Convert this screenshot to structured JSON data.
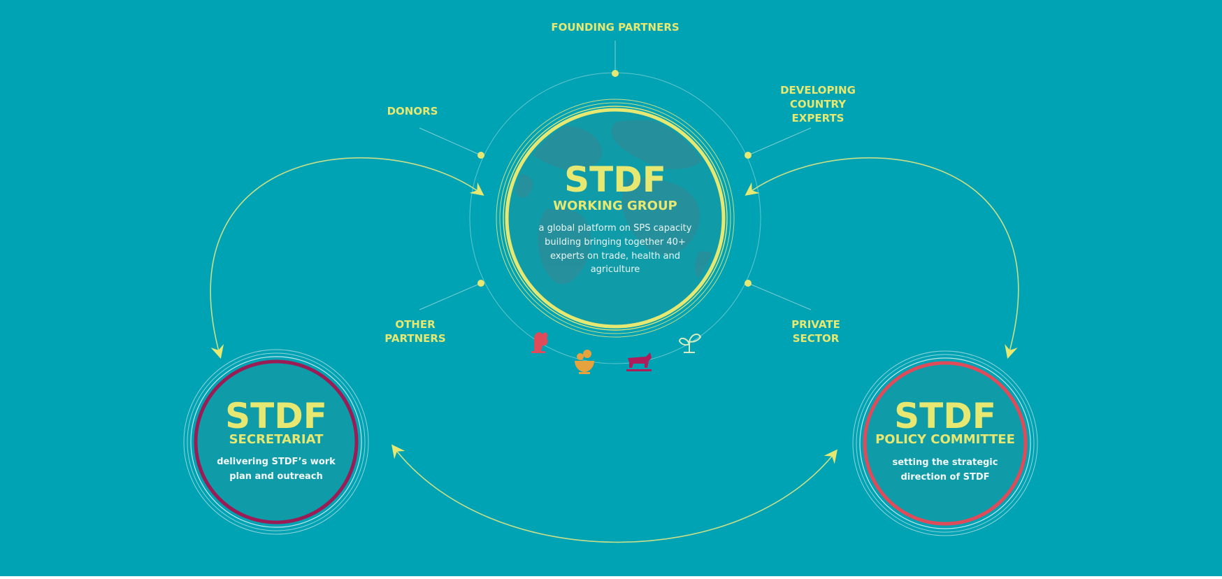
{
  "colors": {
    "background": "#00a3b3",
    "accent_yellow": "#e6e872",
    "secretariat_ring": "#9b1b55",
    "policy_ring": "#e04b5a",
    "text_light": "#e9f6f6"
  },
  "stakeholders": {
    "founding_partners": "FOUNDING PARTNERS",
    "donors": "DONORS",
    "developing_country_experts": [
      "DEVELOPING",
      "COUNTRY",
      "EXPERTS"
    ],
    "other_partners": [
      "OTHER",
      "PARTNERS"
    ],
    "private_sector": [
      "PRIVATE",
      "SECTOR"
    ]
  },
  "working_group": {
    "title": "STDF",
    "subtitle": "WORKING GROUP",
    "description": [
      "a global platform on SPS capacity",
      "building bringing together 40+",
      "experts  on trade, health and",
      "agriculture"
    ]
  },
  "secretariat": {
    "title": "STDF",
    "subtitle": "SECRETARIAT",
    "description": [
      "delivering STDF’s work",
      "plan and outreach"
    ]
  },
  "policy_committee": {
    "title": "STDF",
    "subtitle": "POLICY COMMITTEE",
    "description": [
      "setting the strategic",
      "direction of STDF"
    ]
  },
  "icons": [
    "plant-health-icon",
    "food-safety-icon",
    "animal-health-icon",
    "seedling-icon"
  ]
}
